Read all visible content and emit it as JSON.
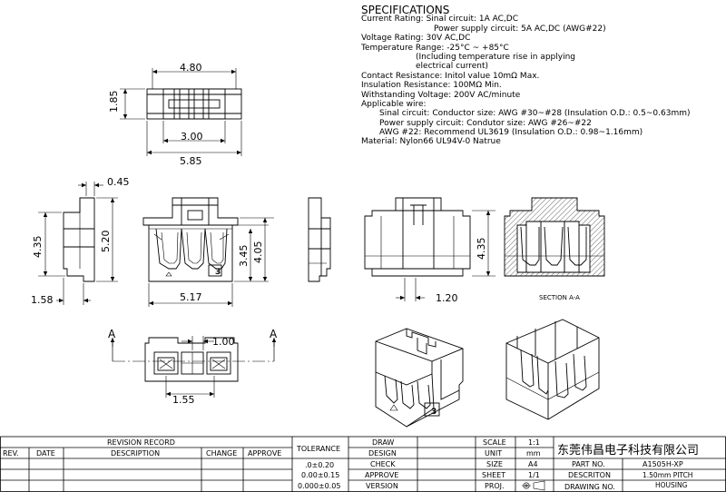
{
  "specifications": {
    "title": "SPECIFICATIONS",
    "lines": [
      "Current Rating: Sinal circuit: 1A AC,DC",
      "Power supply circuit: 5A AC,DC (AWG#22)",
      "Voltage Rating: 30V AC,DC",
      "Temperature Range: -25°C ~ +85°C",
      "(Including temperature rise in applying",
      "electrical current)",
      "Contact Resistance: Initol value 10mΩ Max.",
      "Insulation Resistance: 100MΩ Min.",
      "Withstanding Voltage: 200V AC/minute",
      "Applicable wire:",
      "Sinal circuit: Conductor size: AWG #30~#28 (Insulation O.D.: 0.5~0.63mm)",
      "Power supply circuit: Condutor size: AWG #26~#22",
      "AWG #22: Recommend UL3619 (Insulation O.D.: 0.98~1.16mm)",
      "Material: Nylon66 UL94V-0 Natrue"
    ]
  },
  "dimensions": {
    "top_width": "4.80",
    "top_height": "1.85",
    "top_inner": "3.00",
    "top_overall": "5.85",
    "side_thickness": "0.45",
    "side_height_a": "4.35",
    "side_height_b": "5.20",
    "side_bottom": "1.58",
    "front_width": "5.17",
    "front_h1": "3.45",
    "front_h2": "4.05",
    "rear_height": "4.35",
    "rear_pitch": "1.20",
    "bottom_pitch": "1.00",
    "bottom_offset": "1.55"
  },
  "labels": {
    "section_marker_left": "A",
    "section_marker_right": "A",
    "section_caption": "SECTION A-A",
    "pin_mark": "3"
  },
  "title_block": {
    "revision_record": "REVISION RECORD",
    "rev": "REV.",
    "date": "DATE",
    "description": "DESCRIPTION",
    "change": "CHANGE",
    "approve": "APPROVE",
    "tolerance": "TOLERANCE",
    "tol_1": ".0±0.20",
    "tol_2": "0.00±0.15",
    "tol_3": "0.000±0.05",
    "draw": "DRAW",
    "design": "DESIGN",
    "check": "CHECK",
    "approve2": "APPROVE",
    "version": "VERSION",
    "scale": "SCALE",
    "scale_val": "1:1",
    "unit": "UNIT",
    "unit_val": "mm",
    "size": "SIZE",
    "size_val": "A4",
    "sheet": "SHEET",
    "sheet_val": "1/1",
    "proj": "PROJ.",
    "company": "东莞伟昌电子科技有限公司",
    "part_no": "PART NO.",
    "part_no_val": "A1505H-XP",
    "descriton": "DESCRITON",
    "desc_val_1": "1.50mm PITCH",
    "desc_val_2": "HOUSING",
    "drawing_no": "DRAWING NO."
  }
}
